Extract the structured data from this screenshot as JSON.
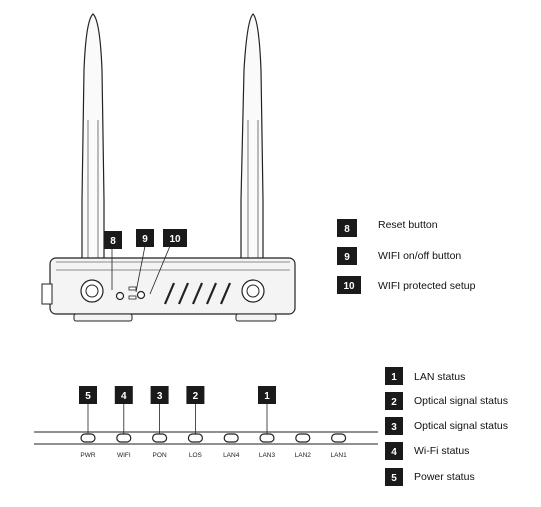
{
  "router_callouts": [
    {
      "number": "8",
      "text": "Reset button"
    },
    {
      "number": "9",
      "text": "WIFI on/off button"
    },
    {
      "number": "10",
      "text": "WIFI protected setup"
    }
  ],
  "led_callouts": [
    {
      "number": "1",
      "text": "LAN status"
    },
    {
      "number": "2",
      "text": "Optical  signal status"
    },
    {
      "number": "3",
      "text": "Optical  signal status"
    },
    {
      "number": "4",
      "text": "Wi-Fi status"
    },
    {
      "number": "5",
      "text": "Power status"
    }
  ],
  "leds": [
    {
      "label": "PWR",
      "marker": "5"
    },
    {
      "label": "WIFI",
      "marker": "4"
    },
    {
      "label": "PON",
      "marker": "3"
    },
    {
      "label": "LOS",
      "marker": "2"
    },
    {
      "label": "LAN4",
      "marker": ""
    },
    {
      "label": "LAN3",
      "marker": "1"
    },
    {
      "label": "LAN2",
      "marker": ""
    },
    {
      "label": "LAN1",
      "marker": ""
    }
  ],
  "colors": {
    "badge": "#1a1a1a",
    "line": "#222222",
    "body_fill": "#f4f4f4"
  }
}
